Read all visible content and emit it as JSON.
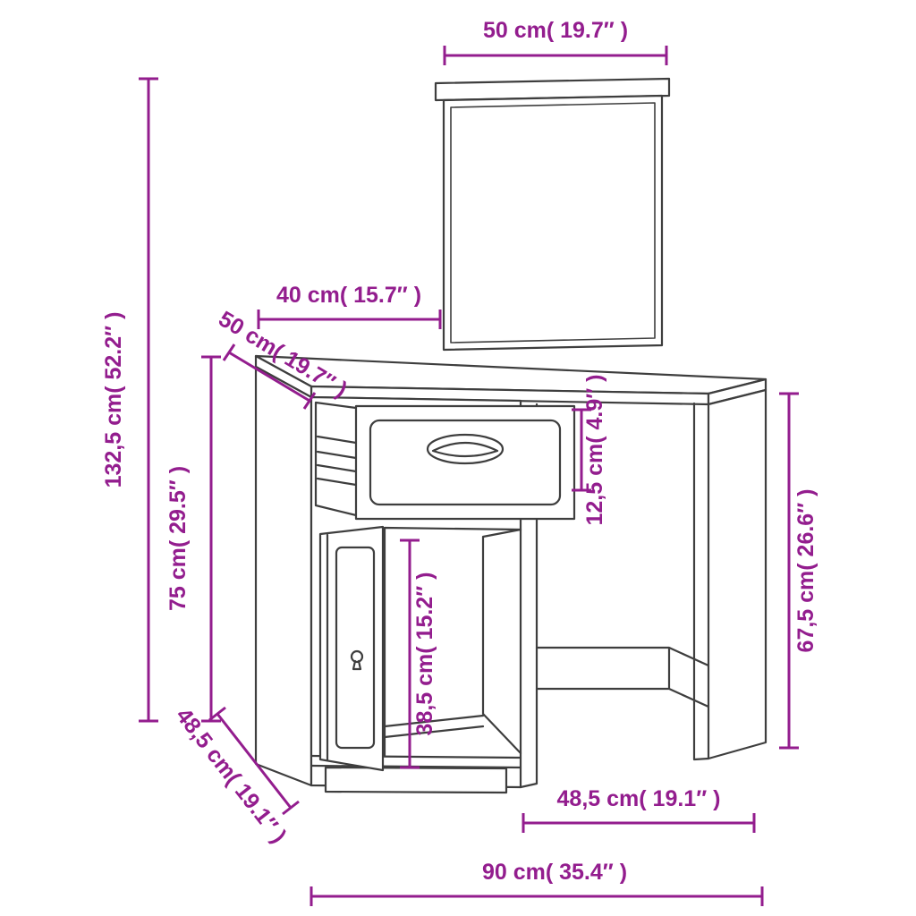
{
  "title": "Dressing table with mirror - dimension diagram",
  "colors": {
    "line": "#3e3e3e",
    "dimension": "#931d8e",
    "background": "#ffffff"
  },
  "labels": {
    "mirror_width": "50 cm( 19.7″ )",
    "desk_left_width": "40 cm( 15.7″ )",
    "desktop_depth": "50 cm( 19.7″ )",
    "total_height": "132,5 cm( 52.2″ )",
    "cabinet_height": "75 cm( 29.5″ )",
    "drawer_front_height": "12,5 cm( 4.9″ )",
    "leg_height": "67,5 cm( 26.6″ )",
    "door_opening_height": "38,5 cm( 15.2″ )",
    "side_depth": "48,5 cm( 19.1″ )",
    "knee_space_width": "48,5 cm( 19.1″ )",
    "total_width": "90 cm( 35.4″ )"
  }
}
